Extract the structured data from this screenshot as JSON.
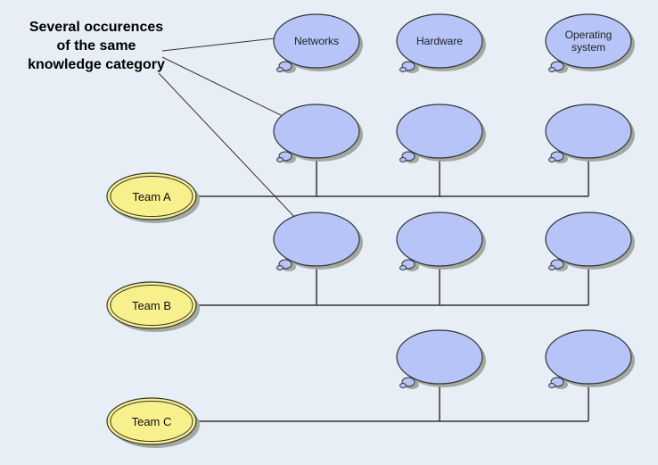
{
  "annotation": {
    "lines": [
      "Several occurences",
      "of the same",
      "knowledge category"
    ]
  },
  "colors": {
    "background": "#e8eef6",
    "category_fill": "#b6c4f8",
    "team_fill": "#f7f08c",
    "line": "#333333",
    "shadow": "#a3a8a0"
  },
  "categories": [
    {
      "id": "networks",
      "label": [
        "Networks"
      ]
    },
    {
      "id": "hardware",
      "label": [
        "Hardware"
      ]
    },
    {
      "id": "operating-system",
      "label": [
        "Operating",
        "system"
      ]
    }
  ],
  "teams": [
    {
      "id": "team-a",
      "label": "Team A",
      "categories": [
        "networks",
        "hardware",
        "operating-system"
      ]
    },
    {
      "id": "team-b",
      "label": "Team B",
      "categories": [
        "networks",
        "hardware",
        "operating-system"
      ]
    },
    {
      "id": "team-c",
      "label": "Team C",
      "categories": [
        "hardware",
        "operating-system"
      ]
    }
  ]
}
